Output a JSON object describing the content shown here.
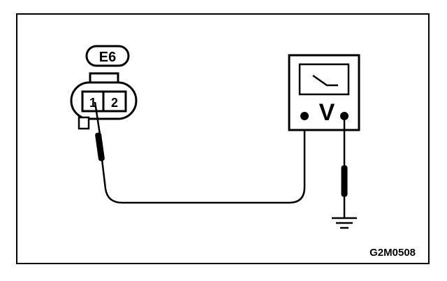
{
  "connector": {
    "label": "E6",
    "pins": [
      "1",
      "2"
    ]
  },
  "meter": {
    "symbol": "V",
    "icon": "voltmeter-icon"
  },
  "ground": {
    "icon": "ground-symbol-icon"
  },
  "figure_code": "G2M0508",
  "colors": {
    "line": "#000000",
    "background": "#ffffff"
  }
}
